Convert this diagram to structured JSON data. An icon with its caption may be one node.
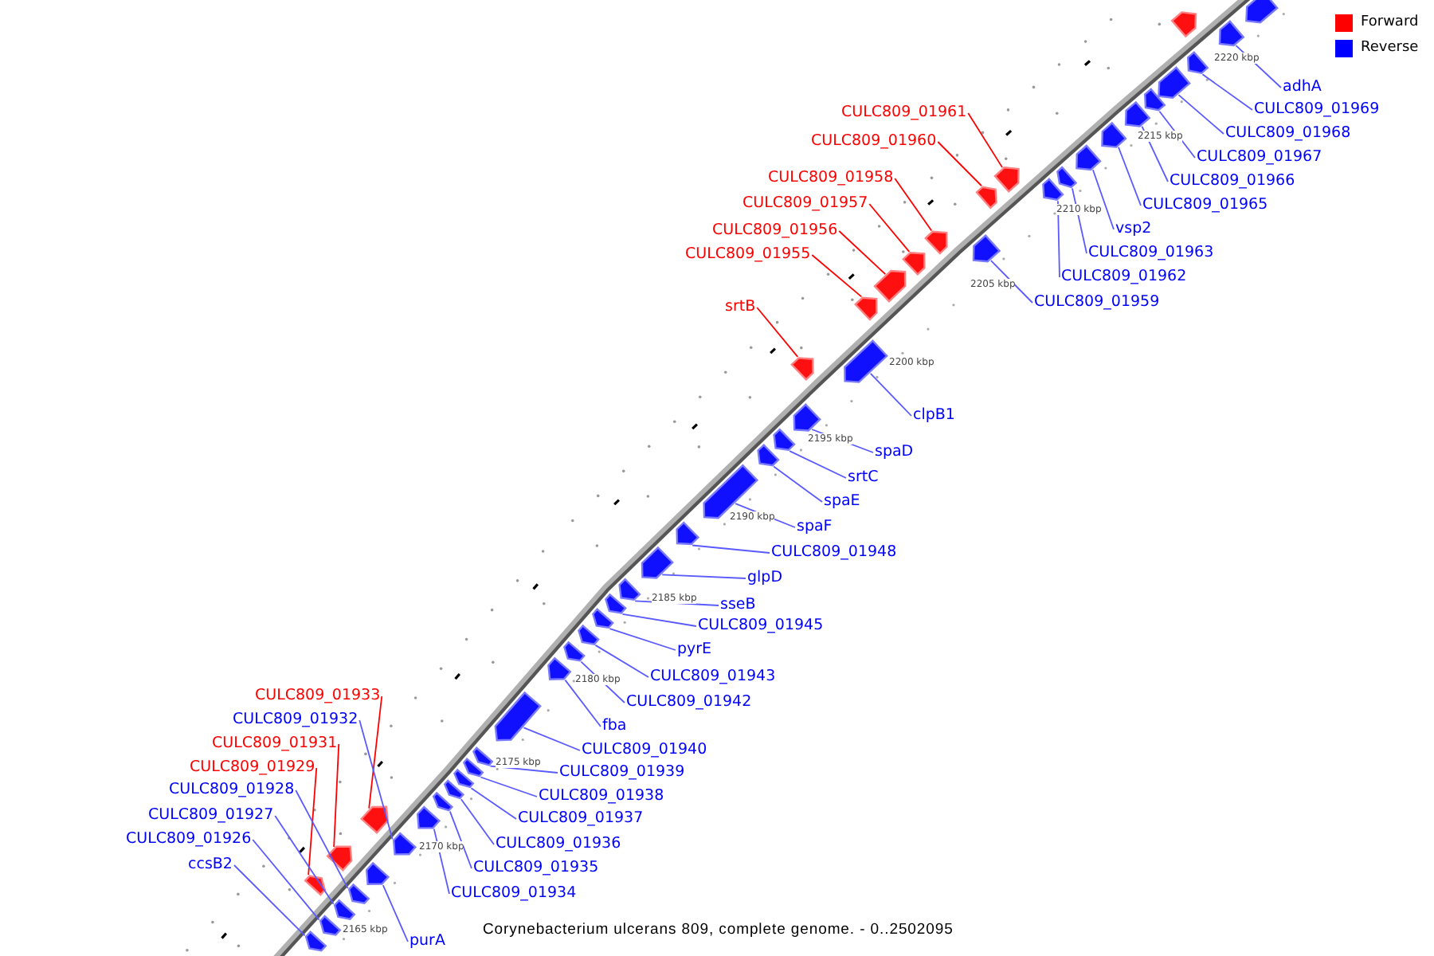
{
  "diagram": {
    "caption": "Corynebacterium ulcerans 809, complete genome. - 0..2502095",
    "nodes": [
      {
        "text": [
          "CULC809_01961"
        ]
      },
      {
        "text": [
          "CULC809_01960"
        ]
      },
      {
        "text": [
          "CULC809_01958"
        ]
      },
      {
        "text": [
          "CULC809_01957"
        ]
      },
      {
        "text": [
          "CULC809_01956"
        ]
      },
      {
        "text": [
          "CULC809_01955"
        ]
      },
      {
        "text": [
          "srtB"
        ]
      },
      {
        "text": [
          "adhA"
        ]
      },
      {
        "text": [
          "CULC809_01969"
        ]
      },
      {
        "text": [
          "CULC809_01968"
        ]
      },
      {
        "text": [
          "CULC809_01967"
        ]
      },
      {
        "text": [
          "CULC809_01966"
        ]
      },
      {
        "text": [
          "CULC809_01965"
        ]
      },
      {
        "text": [
          "vsp2"
        ]
      },
      {
        "text": [
          "CULC809_01963"
        ]
      },
      {
        "text": [
          "CULC809_01962"
        ]
      },
      {
        "text": [
          "CULC809_01959"
        ]
      },
      {
        "text": [
          "clpB1"
        ]
      },
      {
        "text": [
          "spaD"
        ]
      },
      {
        "text": [
          "srtC"
        ]
      },
      {
        "text": [
          "spaE"
        ]
      },
      {
        "text": [
          "spaF"
        ]
      },
      {
        "text": [
          "CULC809_01948"
        ]
      },
      {
        "text": [
          "glpD"
        ]
      },
      {
        "text": [
          "sseB"
        ]
      },
      {
        "text": [
          "CULC809_01945"
        ]
      },
      {
        "text": [
          "pyrE"
        ]
      },
      {
        "text": [
          "CULC809_01943"
        ]
      },
      {
        "text": [
          "CULC809_01942"
        ]
      },
      {
        "text": [
          "fba"
        ]
      },
      {
        "text": [
          "CULC809_01940"
        ]
      },
      {
        "text": [
          "CULC809_01939"
        ]
      },
      {
        "text": [
          "CULC809_01938"
        ]
      },
      {
        "text": [
          "CULC809_01937"
        ]
      },
      {
        "text": [
          "CULC809_01936"
        ]
      },
      {
        "text": [
          "CULC809_01935"
        ]
      },
      {
        "text": [
          "CULC809_01934"
        ]
      },
      {
        "text": [
          "CULC809_01933"
        ]
      },
      {
        "text": [
          "CULC809_01932"
        ]
      },
      {
        "text": [
          "CULC809_01931"
        ]
      },
      {
        "text": [
          "CULC809_01929"
        ]
      },
      {
        "text": [
          "CULC809_01928"
        ]
      },
      {
        "text": [
          "CULC809_01927"
        ]
      },
      {
        "text": [
          "CULC809_01926"
        ]
      },
      {
        "text": [
          "ccsB2"
        ]
      },
      {
        "text": [
          "purA"
        ]
      },
      {
        "text": [],
        "shape": "arrow"
      },
      {
        "text": [],
        "shape": "arrow"
      },
      {
        "text": [],
        "shape": "arrow"
      },
      {
        "text": [],
        "shape": "arrow"
      },
      {
        "text": [],
        "shape": "arrow"
      },
      {
        "text": [],
        "shape": "arrow"
      },
      {
        "text": [],
        "shape": "arrow"
      },
      {
        "text": [],
        "shape": "arrow"
      },
      {
        "text": [],
        "shape": "arrow"
      },
      {
        "text": [],
        "shape": "arrow"
      },
      {
        "text": [],
        "shape": "arrow"
      },
      {
        "text": [],
        "shape": "arrow"
      },
      {
        "text": [],
        "shape": "arrow"
      },
      {
        "text": [],
        "shape": "arrow"
      },
      {
        "text": [],
        "shape": "arrow"
      },
      {
        "text": [],
        "shape": "arrow"
      },
      {
        "text": [],
        "shape": "arrow"
      },
      {
        "text": [],
        "shape": "arrow"
      },
      {
        "text": [],
        "shape": "arrow"
      },
      {
        "text": [],
        "shape": "arrow"
      },
      {
        "text": [],
        "shape": "arrow"
      },
      {
        "text": [],
        "shape": "arrow"
      },
      {
        "text": [],
        "shape": "arrow"
      },
      {
        "text": [],
        "shape": "arrow"
      },
      {
        "text": [],
        "shape": "arrow"
      },
      {
        "text": [],
        "shape": "arrow"
      },
      {
        "text": [],
        "shape": "arrow"
      },
      {
        "text": [],
        "shape": "arrow"
      },
      {
        "text": [],
        "shape": "arrow"
      },
      {
        "text": [],
        "shape": "arrow"
      },
      {
        "text": [],
        "shape": "arrow"
      },
      {
        "text": [],
        "shape": "arrow"
      },
      {
        "text": [],
        "shape": "arrow"
      },
      {
        "text": [],
        "shape": "arrow"
      },
      {
        "text": [],
        "shape": "arrow"
      },
      {
        "text": [],
        "shape": "arrow"
      },
      {
        "text": [],
        "shape": "arrow"
      },
      {
        "text": [],
        "shape": "arrow"
      },
      {
        "text": [],
        "shape": "arrow"
      },
      {
        "text": [],
        "shape": "arrow"
      },
      {
        "text": [],
        "shape": "arrow"
      },
      {
        "text": [],
        "shape": "arrow"
      },
      {
        "text": [],
        "shape": "arrow"
      },
      {
        "text": [],
        "shape": "arrow"
      },
      {
        "text": [],
        "shape": "arrow"
      },
      {
        "text": [],
        "shape": "arrow"
      },
      {
        "text": [],
        "shape": "arrow"
      },
      {
        "text": [],
        "shape": "arrow"
      }
    ],
    "edges": [
      {
        "from": 0,
        "to": 82,
        "arrow": "none",
        "color": "#ff0000"
      },
      {
        "from": 1,
        "to": 81,
        "arrow": "none",
        "color": "#ff0000"
      },
      {
        "from": 2,
        "to": 79,
        "arrow": "none",
        "color": "#ff0000"
      },
      {
        "from": 3,
        "to": 78,
        "arrow": "none",
        "color": "#ff0000"
      },
      {
        "from": 4,
        "to": 77,
        "arrow": "none",
        "color": "#ff0000"
      },
      {
        "from": 5,
        "to": 76,
        "arrow": "none",
        "color": "#ff0000"
      },
      {
        "from": 6,
        "to": 74,
        "arrow": "none",
        "color": "#ff0000"
      },
      {
        "from": 7,
        "to": 92,
        "arrow": "none"
      },
      {
        "from": 8,
        "to": 91,
        "arrow": "none"
      },
      {
        "from": 9,
        "to": 89,
        "arrow": "none"
      },
      {
        "from": 10,
        "to": 88,
        "arrow": "none"
      },
      {
        "from": 11,
        "to": 87,
        "arrow": "none"
      },
      {
        "from": 12,
        "to": 86,
        "arrow": "none"
      },
      {
        "from": 13,
        "to": 85,
        "arrow": "none"
      },
      {
        "from": 14,
        "to": 84,
        "arrow": "none"
      },
      {
        "from": 15,
        "to": 83,
        "arrow": "none"
      },
      {
        "from": 16,
        "to": 80,
        "arrow": "none"
      },
      {
        "from": 17,
        "to": 75,
        "arrow": "none"
      },
      {
        "from": 18,
        "to": 73,
        "arrow": "none"
      },
      {
        "from": 19,
        "to": 72,
        "arrow": "none"
      },
      {
        "from": 20,
        "to": 71,
        "arrow": "none"
      },
      {
        "from": 21,
        "to": 70,
        "arrow": "none"
      },
      {
        "from": 22,
        "to": 69,
        "arrow": "none"
      },
      {
        "from": 23,
        "to": 68,
        "arrow": "none"
      },
      {
        "from": 24,
        "to": 67,
        "arrow": "none"
      },
      {
        "from": 25,
        "to": 66,
        "arrow": "none"
      },
      {
        "from": 26,
        "to": 65,
        "arrow": "none"
      },
      {
        "from": 27,
        "to": 64,
        "arrow": "none"
      },
      {
        "from": 28,
        "to": 63,
        "arrow": "none"
      },
      {
        "from": 29,
        "to": 62,
        "arrow": "none"
      },
      {
        "from": 30,
        "to": 61,
        "arrow": "none"
      },
      {
        "from": 31,
        "to": 60,
        "arrow": "none"
      },
      {
        "from": 32,
        "to": 59,
        "arrow": "none"
      },
      {
        "from": 33,
        "to": 58,
        "arrow": "none"
      },
      {
        "from": 34,
        "to": 57,
        "arrow": "none"
      },
      {
        "from": 35,
        "to": 56,
        "arrow": "none"
      },
      {
        "from": 36,
        "to": 55,
        "arrow": "none"
      },
      {
        "from": 37,
        "to": 53,
        "arrow": "none",
        "color": "#ff0000"
      },
      {
        "from": 38,
        "to": 54,
        "arrow": "none"
      },
      {
        "from": 39,
        "to": 51,
        "arrow": "none",
        "color": "#ff0000"
      },
      {
        "from": 40,
        "to": 48,
        "arrow": "none",
        "color": "#ff0000"
      },
      {
        "from": 41,
        "to": 50,
        "arrow": "none"
      },
      {
        "from": 42,
        "to": 49,
        "arrow": "none"
      },
      {
        "from": 43,
        "to": 47,
        "arrow": "none"
      },
      {
        "from": 44,
        "to": 46,
        "arrow": "none"
      },
      {
        "from": 45,
        "to": 52,
        "arrow": "none"
      }
    ],
    "labels": [
      "2220 kbp",
      "2215 kbp",
      "2210 kbp",
      "2205 kbp",
      "2200 kbp",
      "2195 kbp",
      "2190 kbp",
      "2185 kbp",
      "2180 kbp",
      "2175 kbp",
      "2170 kbp",
      "2165 kbp"
    ],
    "legend": [
      {
        "text": "Forward",
        "color": "#ff0000"
      },
      {
        "text": "Reverse",
        "color": "#0000ff"
      }
    ]
  }
}
